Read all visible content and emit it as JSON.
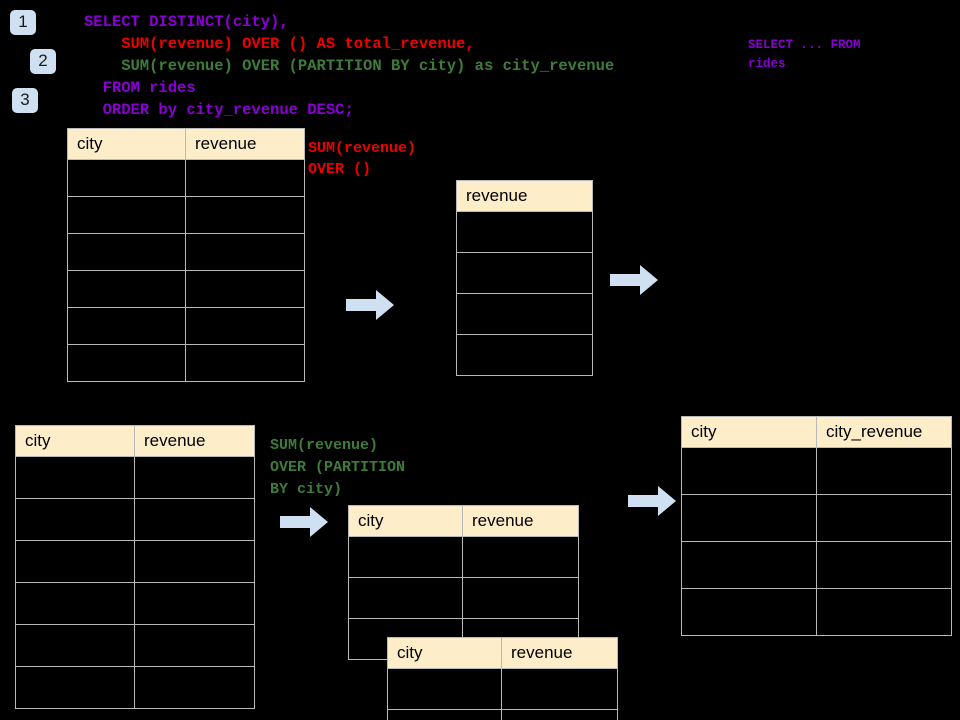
{
  "diagram": {
    "title": "SQL window function evaluation flow",
    "background": "#000000",
    "colors": {
      "badge_bg": "#cfe0f2",
      "header_bg": "#fdeec9",
      "cell_bg": "#000000",
      "grid_line": "#b9b9b9",
      "arrow": "#cfe0f2",
      "sql_outer": "#8a00d4",
      "sql_red": "#ee0000",
      "sql_green": "#3e7d39"
    }
  },
  "badges": [
    {
      "label": "1"
    },
    {
      "label": "2"
    },
    {
      "label": "3"
    }
  ],
  "sql": {
    "line1": "SELECT DISTINCT(city),",
    "line2": "    SUM(revenue) OVER () AS total_revenue,",
    "line3": "    SUM(revenue) OVER (PARTITION BY city) as city_revenue",
    "line4": "  FROM rides",
    "line5": "  ORDER by city_revenue DESC;"
  },
  "notes": {
    "from_rides": "SELECT ... FROM\nrides",
    "sum_over_empty": "SUM(revenue)\nOVER ()",
    "sum_over_partition": "SUM(revenue)\nOVER (PARTITION\nBY city)"
  },
  "tables": {
    "source_top": {
      "name": "source-rides-top",
      "headers": [
        "city",
        "revenue"
      ],
      "body_rows": 6
    },
    "total_revenue": {
      "name": "total-revenue-result",
      "headers": [
        "revenue"
      ],
      "body_rows": 4
    },
    "source_bottom": {
      "name": "source-rides-bottom",
      "headers": [
        "city",
        "revenue"
      ],
      "body_rows": 6
    },
    "partition_back": {
      "name": "partition-group-back",
      "headers": [
        "city",
        "revenue"
      ],
      "body_rows": 3
    },
    "partition_front": {
      "name": "partition-group-front",
      "headers": [
        "city",
        "revenue"
      ],
      "body_rows": 2
    },
    "final_result": {
      "name": "final-city-revenue-result",
      "headers": [
        "city",
        "city_revenue"
      ],
      "body_rows": 4
    }
  },
  "arrows": [
    {
      "name": "arrow-source-to-total"
    },
    {
      "name": "arrow-total-to-next"
    },
    {
      "name": "arrow-source-to-partition"
    },
    {
      "name": "arrow-partition-to-final"
    }
  ]
}
